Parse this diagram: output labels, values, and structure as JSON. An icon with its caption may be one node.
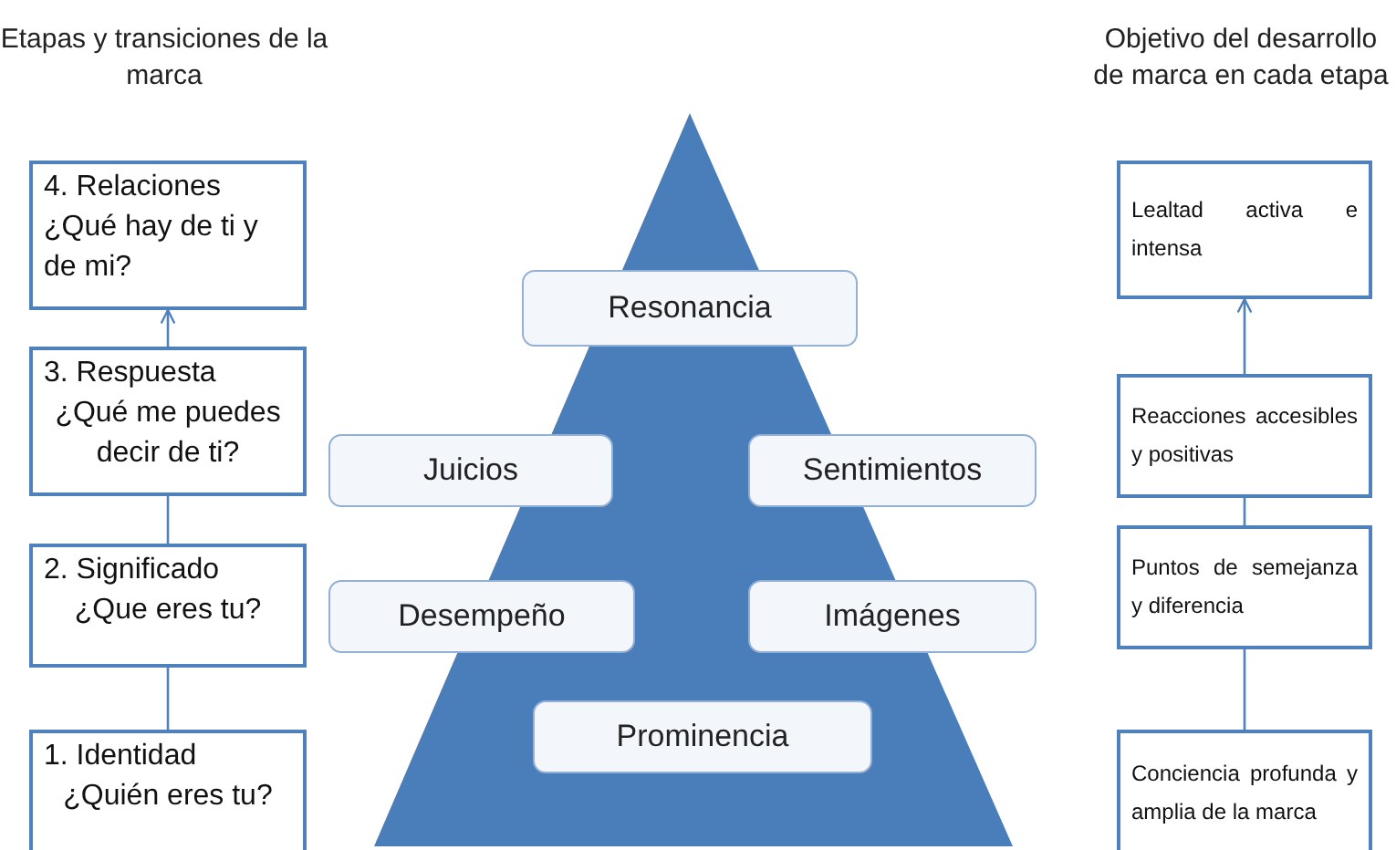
{
  "diagram": {
    "nodes": [
      {
        "text": [
          "4. Relaciones",
          "¿Qué hay de ti y de mi?"
        ]
      },
      {
        "text": [
          "3. Respuesta",
          "¿Qué me puedes decir de ti?"
        ]
      },
      {
        "text": [
          "2. Significado",
          "¿Que eres tu?"
        ]
      },
      {
        "text": [
          "1. Identidad",
          "¿Quién eres tu?"
        ]
      },
      {
        "text": [
          "Resonancia"
        ]
      },
      {
        "text": [
          "Juicios"
        ]
      },
      {
        "text": [
          "Sentimientos"
        ]
      },
      {
        "text": [
          "Desempeño"
        ]
      },
      {
        "text": [
          "Imágenes"
        ]
      },
      {
        "text": [
          "Prominencia"
        ]
      },
      {
        "text": [
          "Lealtad activa e intensa"
        ]
      },
      {
        "text": [
          "Reacciones accesibles y positivas"
        ]
      },
      {
        "text": [
          "Puntos de semejanza y diferencia"
        ]
      },
      {
        "text": [
          "Conciencia profunda y amplia de la marca"
        ]
      }
    ],
    "edges": [
      {
        "from": 3,
        "to": 2,
        "arrow": "none"
      },
      {
        "from": 2,
        "to": 1,
        "arrow": "none"
      },
      {
        "from": 1,
        "to": 0,
        "arrow": "to"
      },
      {
        "from": 13,
        "to": 12,
        "arrow": "none"
      },
      {
        "from": 12,
        "to": 11,
        "arrow": "none"
      },
      {
        "from": 11,
        "to": 10,
        "arrow": "to"
      }
    ],
    "labels": [
      "Etapas y transiciones de la marca",
      "Objetivo del desarrollo de marca en cada etapa"
    ]
  }
}
